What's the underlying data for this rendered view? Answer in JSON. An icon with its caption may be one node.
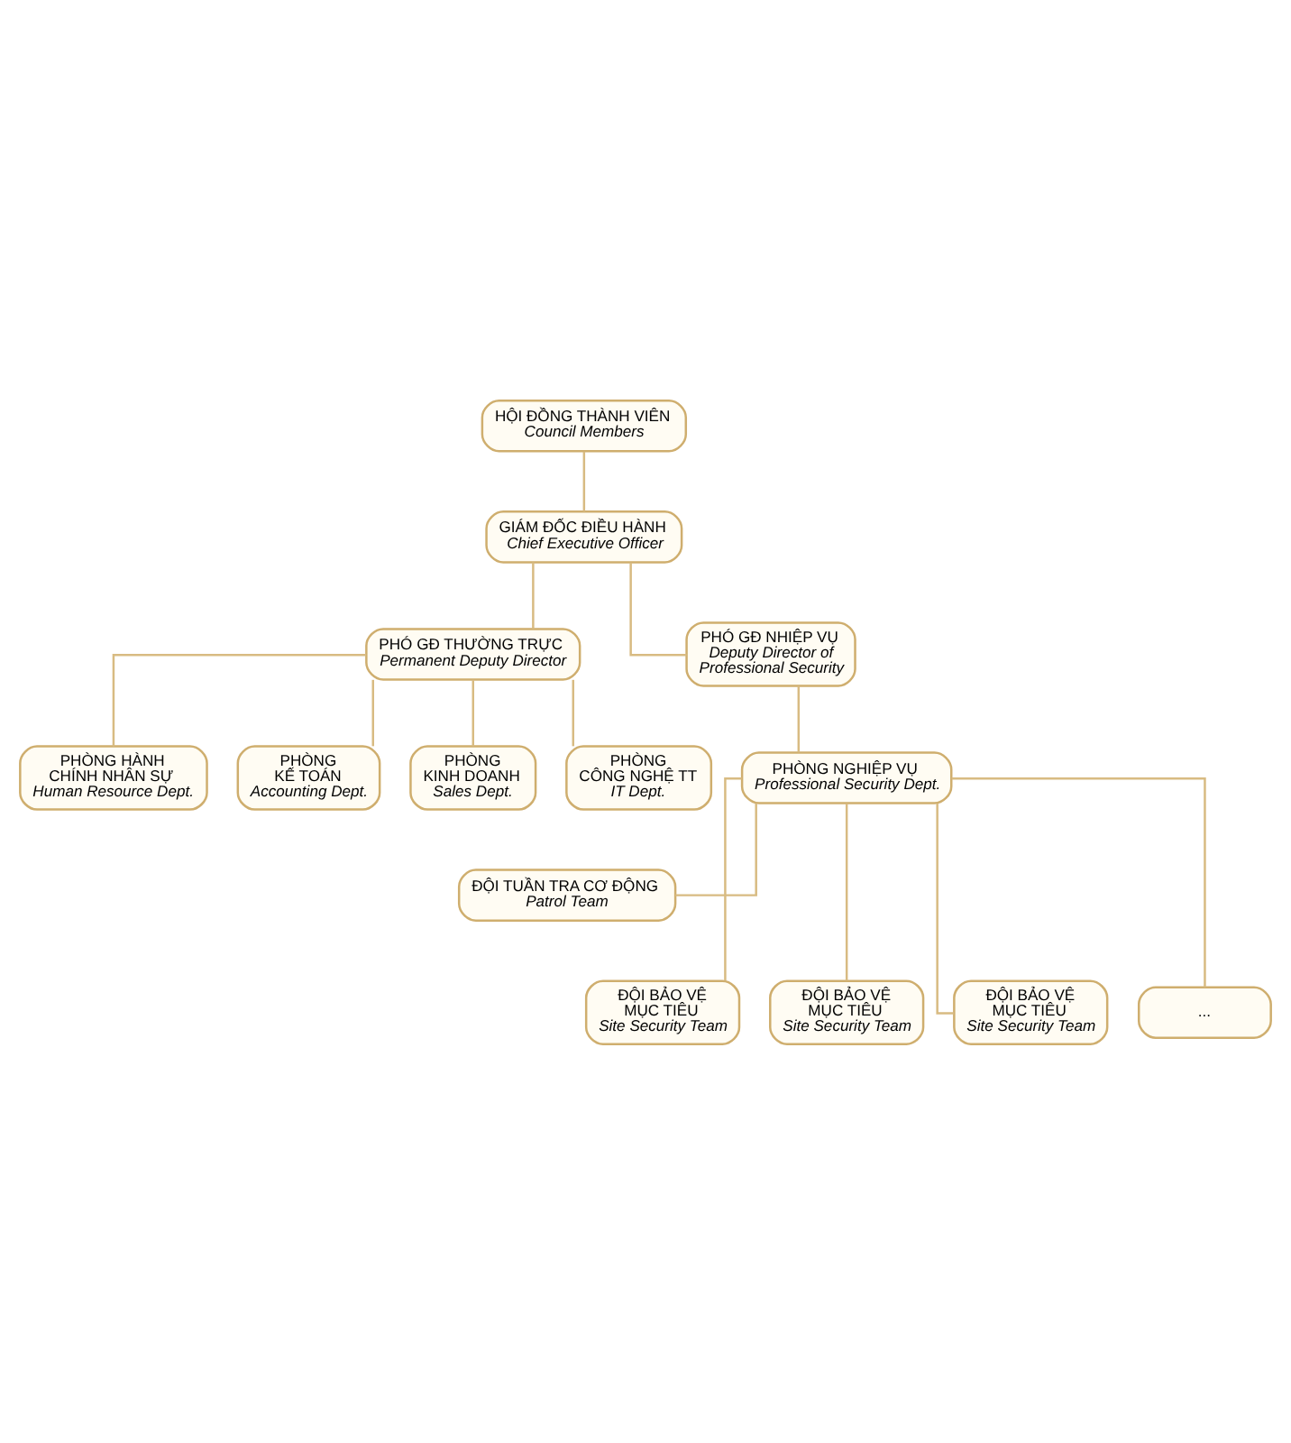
{
  "diagram": {
    "nodes": [
      {
        "text": [
          "HỘI ĐỒNG THÀNH VIÊN",
          "Council Members"
        ]
      },
      {
        "text": [
          "GIÁM ĐỐC ĐIỀU HÀNH",
          "Chief Executive Officer"
        ]
      },
      {
        "text": [
          "PHÓ GĐ THƯỜNG TRỰC",
          "Permanent Deputy Director"
        ]
      },
      {
        "text": [
          "PHÓ GĐ NHIỆP VỤ",
          "Deputy Director of Professional Security"
        ]
      },
      {
        "text": [
          "PHÒNG HÀNH CHÍNH NHÂN SỰ",
          "Human Resource Dept."
        ]
      },
      {
        "text": [
          "PHÒNG KẾ TOÁN",
          "Accounting Dept."
        ]
      },
      {
        "text": [
          "PHÒNG KINH DOANH",
          "Sales Dept."
        ]
      },
      {
        "text": [
          "PHÒNG CÔNG NGHỆ TT",
          "IT Dept."
        ]
      },
      {
        "text": [
          "PHÒNG NGHIỆP VỤ",
          "Professional Security Dept."
        ]
      },
      {
        "text": [
          "ĐỘI TUẦN TRA CƠ ĐỘNG",
          "Patrol Team"
        ]
      },
      {
        "text": [
          "ĐỘI BẢO VỆ MỤC TIÊU",
          "Site Security Team"
        ]
      },
      {
        "text": [
          "ĐỘI BẢO VỆ MỤC TIÊU",
          "Site Security Team"
        ]
      },
      {
        "text": [
          "ĐỘI BẢO VỆ MỤC TIÊU",
          "Site Security Team"
        ]
      },
      {
        "text": [
          "..."
        ]
      }
    ],
    "edges": [
      {
        "from": 0,
        "to": 1,
        "arrow": "none"
      },
      {
        "from": 1,
        "to": 2,
        "arrow": "none"
      },
      {
        "from": 1,
        "to": 3,
        "arrow": "none"
      },
      {
        "from": 2,
        "to": 4,
        "arrow": "none"
      },
      {
        "from": 2,
        "to": 5,
        "arrow": "none"
      },
      {
        "from": 2,
        "to": 6,
        "arrow": "none"
      },
      {
        "from": 2,
        "to": 7,
        "arrow": "none"
      },
      {
        "from": 3,
        "to": 8,
        "arrow": "none"
      },
      {
        "from": 8,
        "to": 9,
        "arrow": "none"
      },
      {
        "from": 8,
        "to": 10,
        "arrow": "none"
      },
      {
        "from": 8,
        "to": 11,
        "arrow": "none"
      },
      {
        "from": 8,
        "to": 12,
        "arrow": "none"
      },
      {
        "from": 8,
        "to": 13,
        "arrow": "none"
      }
    ]
  }
}
